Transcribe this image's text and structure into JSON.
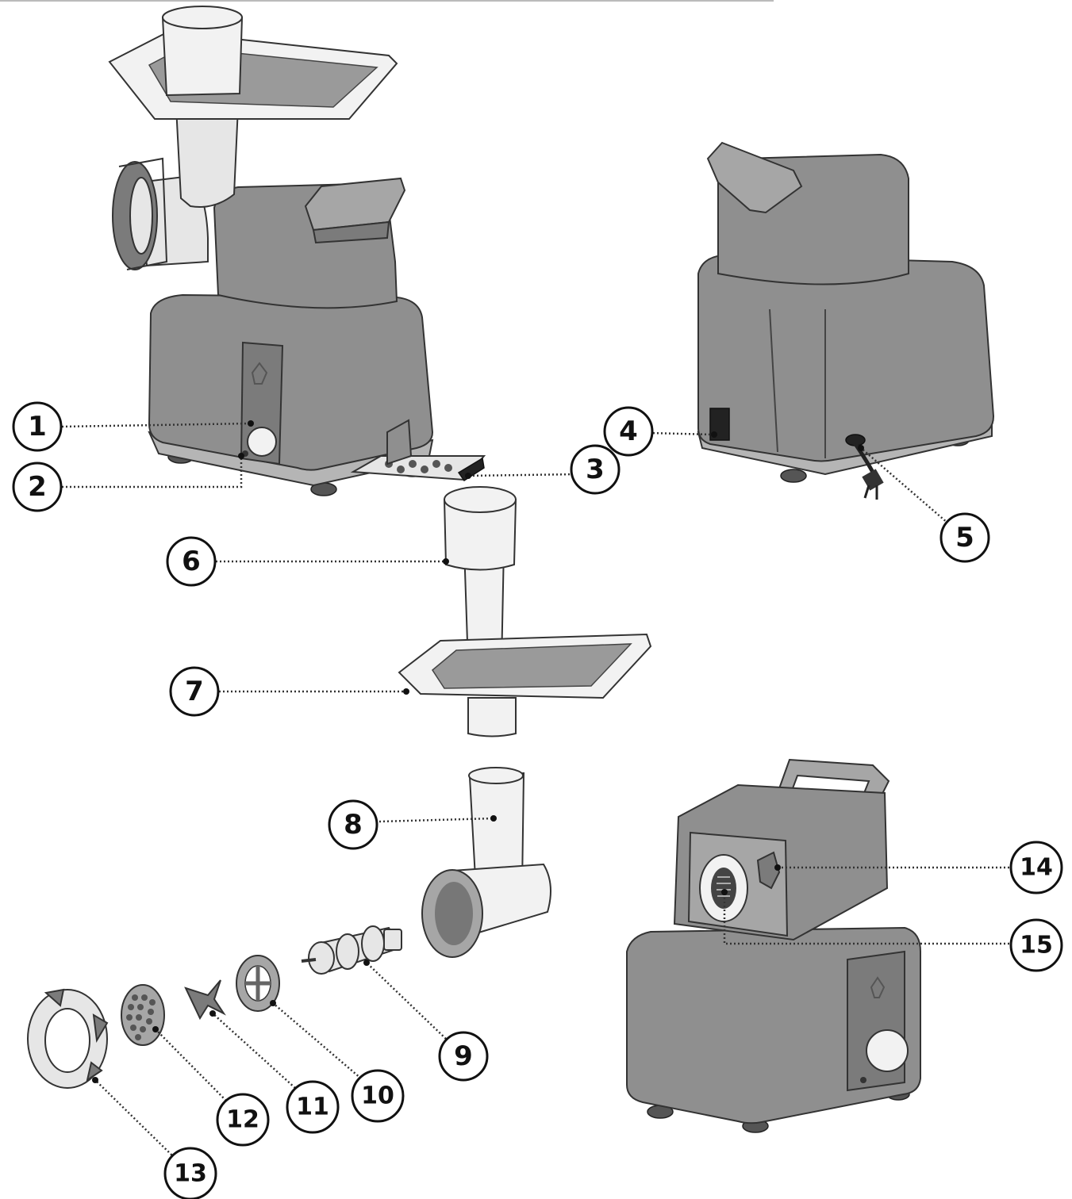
{
  "callouts": [
    {
      "id": "1",
      "label": "1"
    },
    {
      "id": "2",
      "label": "2"
    },
    {
      "id": "3",
      "label": "3"
    },
    {
      "id": "4",
      "label": "4"
    },
    {
      "id": "5",
      "label": "5"
    },
    {
      "id": "6",
      "label": "6"
    },
    {
      "id": "7",
      "label": "7"
    },
    {
      "id": "8",
      "label": "8"
    },
    {
      "id": "9",
      "label": "9"
    },
    {
      "id": "10",
      "label": "10"
    },
    {
      "id": "11",
      "label": "11"
    },
    {
      "id": "12",
      "label": "12"
    },
    {
      "id": "13",
      "label": "13"
    },
    {
      "id": "14",
      "label": "14"
    },
    {
      "id": "15",
      "label": "15"
    }
  ],
  "colors": {
    "body": "#8f8f8f",
    "light": "#e6e6e6",
    "outline": "#333333"
  }
}
